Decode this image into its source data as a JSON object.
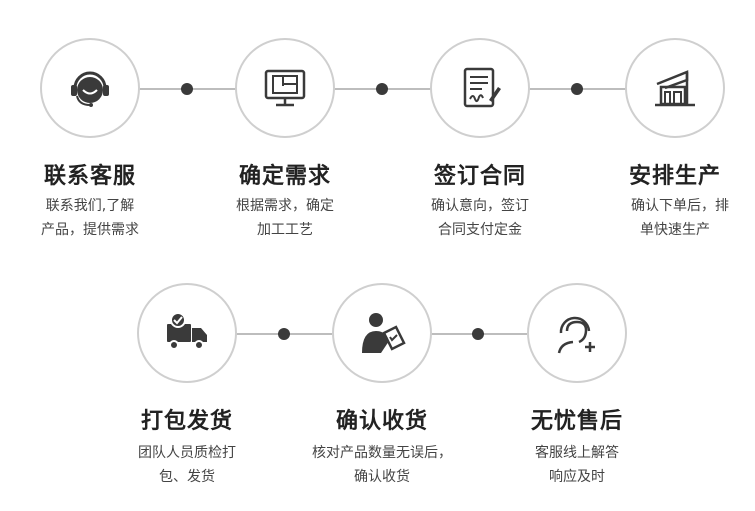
{
  "steps": [
    {
      "title": "联系客服",
      "desc1": "联系我们,了解",
      "desc2": "产品，提供需求",
      "icon": "headset-icon"
    },
    {
      "title": "确定需求",
      "desc1": "根据需求，确定",
      "desc2": "加工工艺",
      "icon": "monitor-blueprint-icon"
    },
    {
      "title": "签订合同",
      "desc1": "确认意向，签订",
      "desc2": "合同支付定金",
      "icon": "contract-sign-icon"
    },
    {
      "title": "安排生产",
      "desc1": "确认下单后，排",
      "desc2": "单快速生产",
      "icon": "factory-icon"
    },
    {
      "title": "打包发货",
      "desc1": "团队人员质检打",
      "desc2": "包、发货",
      "icon": "truck-icon"
    },
    {
      "title": "确认收货",
      "desc1": "核对产品数量无误后，",
      "desc2": "确认收货",
      "icon": "person-checking-icon"
    },
    {
      "title": "无忧售后",
      "desc1": "客服线上解答",
      "desc2": "响应及时",
      "icon": "after-sales-icon"
    }
  ]
}
